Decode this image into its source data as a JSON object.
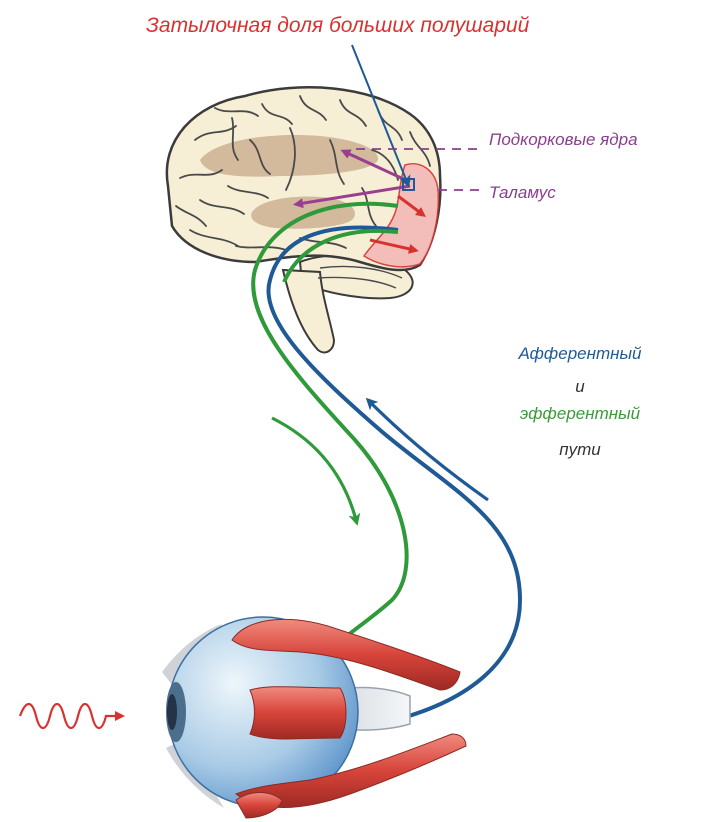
{
  "labels": {
    "occipital_lobe": "Затылочная доля больших полушарий",
    "subcortical_nuclei": "Подкорковые ядра",
    "thalamus": "Таламус",
    "afferent": "Афферентный",
    "and": "и",
    "efferent": "эфферентный",
    "paths": "пути"
  },
  "colors": {
    "title_red": "#d8322f",
    "purple_label": "#8a3f8f",
    "afferent_blue": "#1f5a97",
    "efferent_green": "#3a9a3a",
    "dark_text": "#333333",
    "brain_fill": "#f6efd6",
    "occipital_pink": "#f3b9b6",
    "subcortical_tan": "#c7a888"
  },
  "icons": [
    "brain-illustration",
    "eye-illustration",
    "light-wave-icon"
  ]
}
